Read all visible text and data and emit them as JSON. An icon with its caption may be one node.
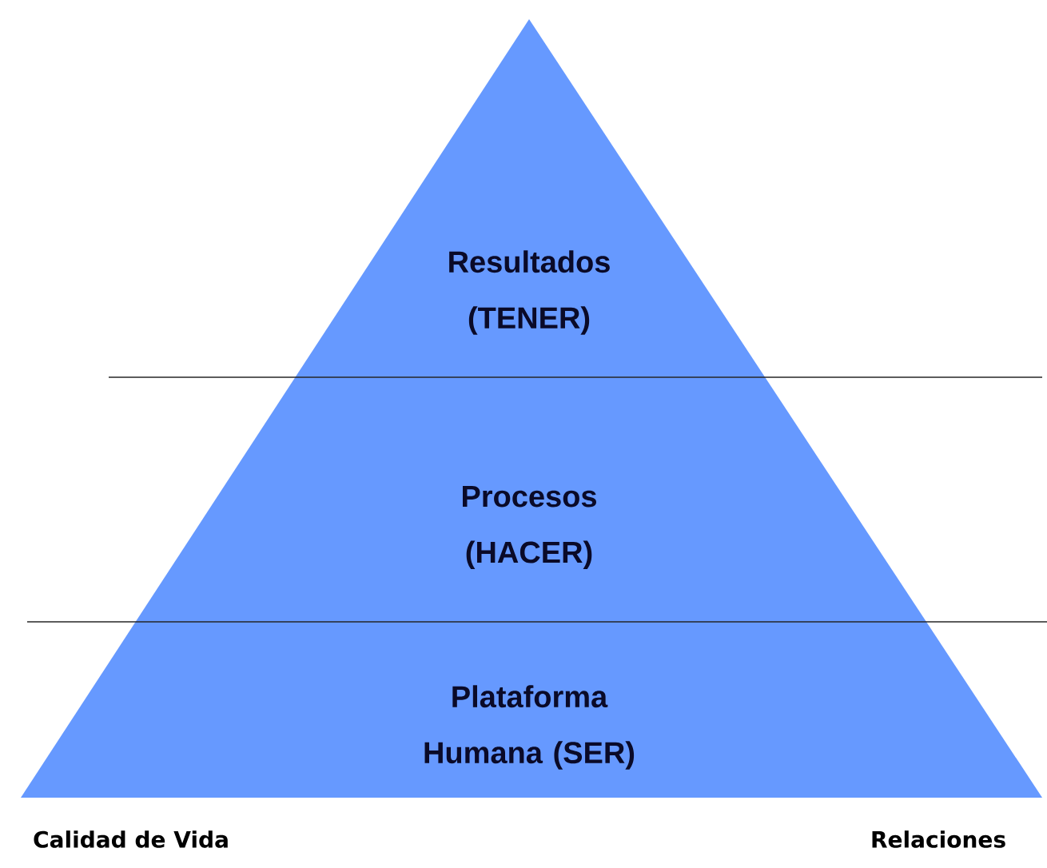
{
  "diagram": {
    "nodes": [
      {
        "text": [
          "Resultados (TENER)"
        ]
      },
      {
        "text": [
          "Procesos (HACER)"
        ]
      },
      {
        "text": [
          "Plataforma Humana (SER)"
        ]
      }
    ],
    "labels": [
      "Calidad de Vida",
      "Relaciones"
    ]
  }
}
